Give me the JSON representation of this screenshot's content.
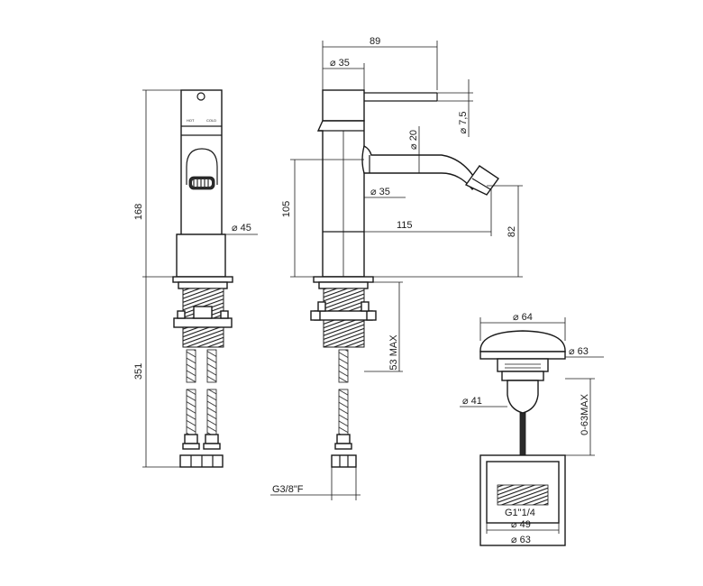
{
  "drawing": {
    "front_view": {
      "total_height": "168",
      "lower_height": "351",
      "body_diameter": "⌀ 45",
      "lever_markings": [
        "HOT",
        "COLD"
      ]
    },
    "side_view": {
      "overall_length": "89",
      "lever_diameter": "⌀ 35",
      "lever_tip_diameter": "⌀ 7,5",
      "spout_diameter": "⌀ 20",
      "spout_base_diameter": "⌀ 35",
      "body_height": "105",
      "spout_reach": "115",
      "spout_height": "82",
      "deck_thickness": "53 MAX",
      "connection_thread": "G3/8\"F"
    },
    "waste_view": {
      "cap_diameter": "⌀ 64",
      "flange_diameter": "⌀ 63",
      "stem_diameter": "⌀ 41",
      "adjustment_range": "0-63MAX",
      "thread": "G1\"1/4",
      "body_inner_diameter": "⌀ 49",
      "body_outer_diameter": "⌀ 63"
    }
  }
}
